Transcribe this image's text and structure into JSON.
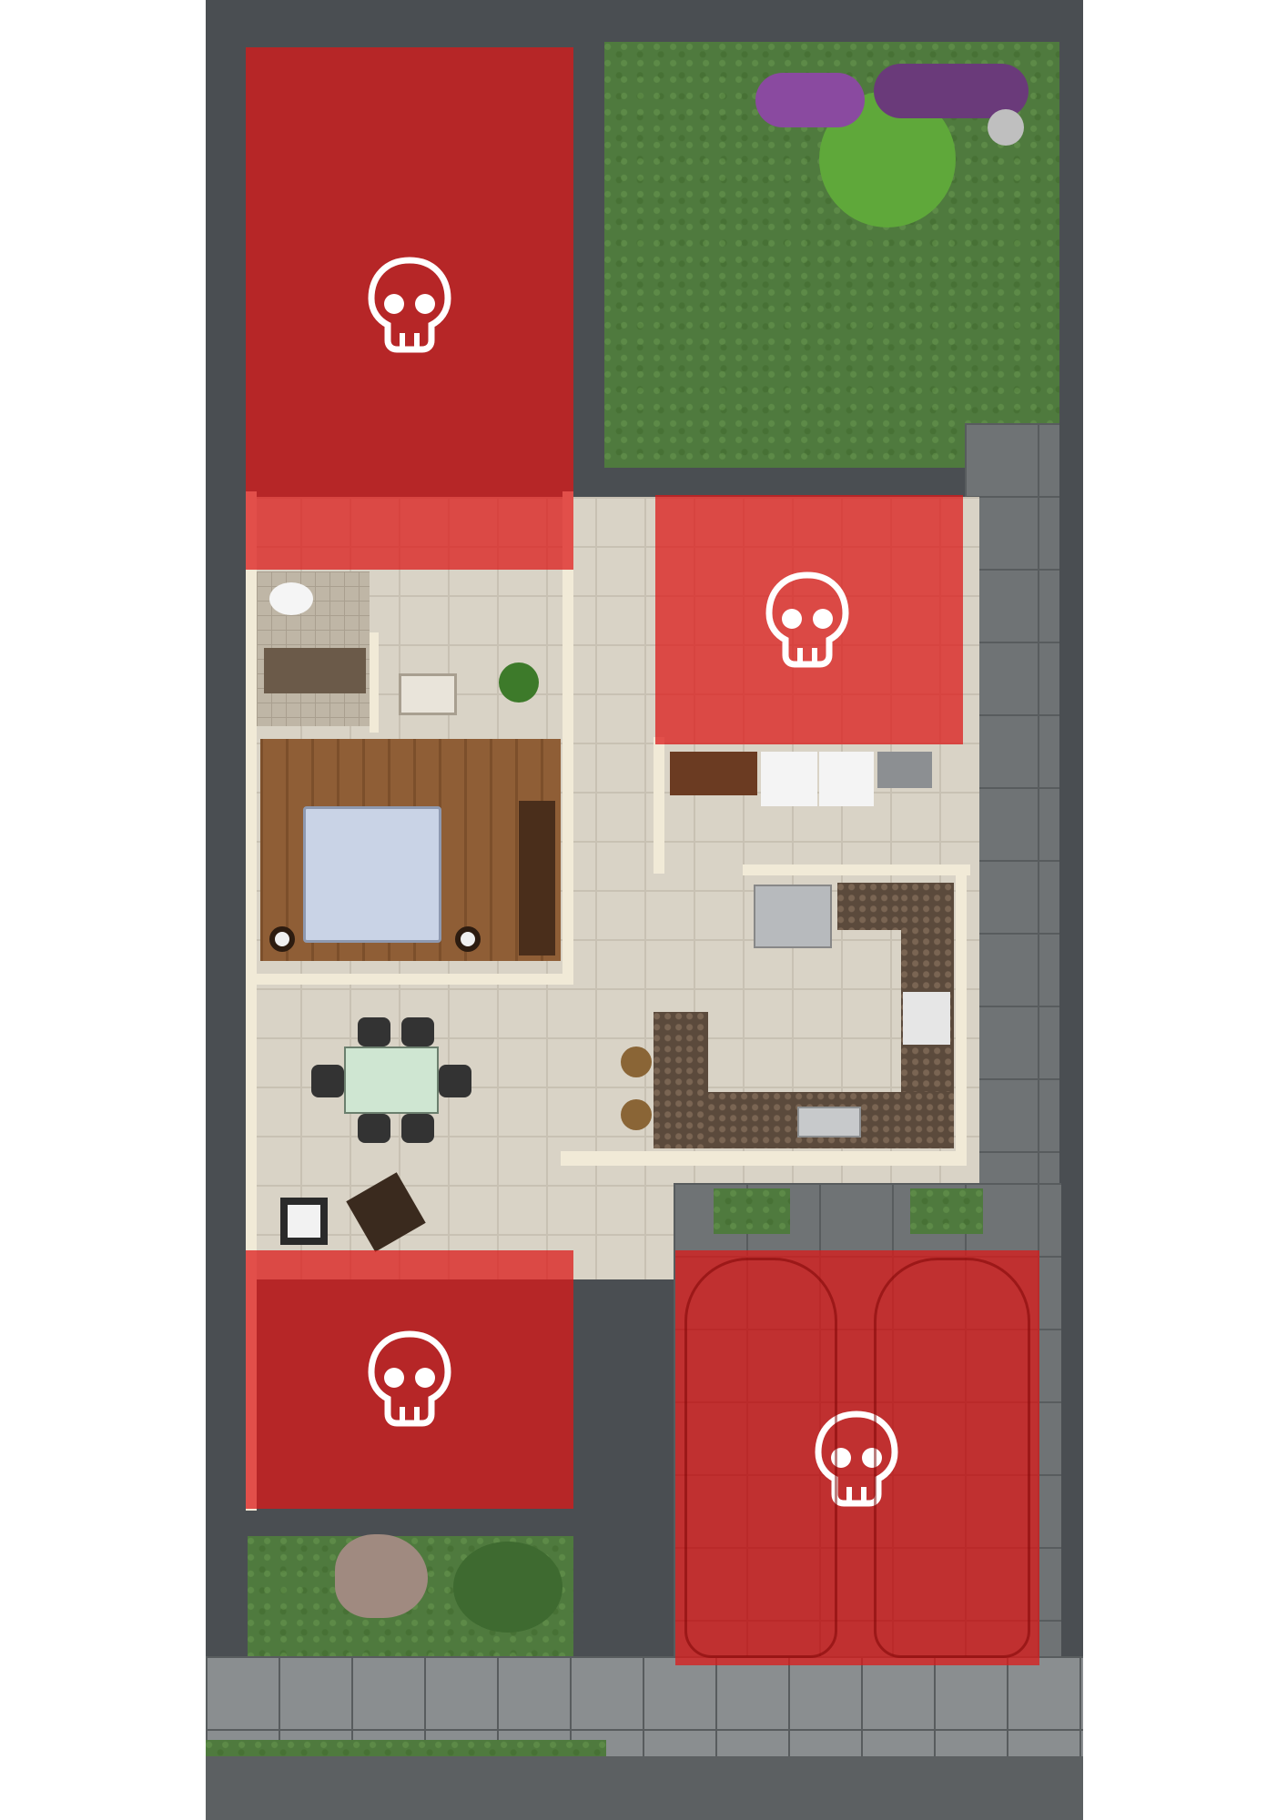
{
  "map": {
    "type": "floor-plan",
    "style": "top-down 3D rendered house plan",
    "colors": {
      "hazard_overlay": "#dc1818",
      "hazard_icon": "#ffffff",
      "grass": "#4f7a3e",
      "paving": "#6f7375",
      "floor_tile": "#d9d3c6",
      "wood_floor": "#8a5a33"
    }
  },
  "hazard_zones": [
    {
      "id": "upper-left-bedroom-and-bath",
      "icon": "skull-icon"
    },
    {
      "id": "upper-right-bedroom",
      "icon": "skull-icon"
    },
    {
      "id": "living-room",
      "icon": "skull-icon"
    },
    {
      "id": "garage",
      "icon": "skull-icon"
    }
  ],
  "rooms": [
    "bedroom",
    "bathroom",
    "laundry",
    "kitchen",
    "dining-area",
    "living-room",
    "garage",
    "garden",
    "front-yard",
    "sidewalk"
  ]
}
